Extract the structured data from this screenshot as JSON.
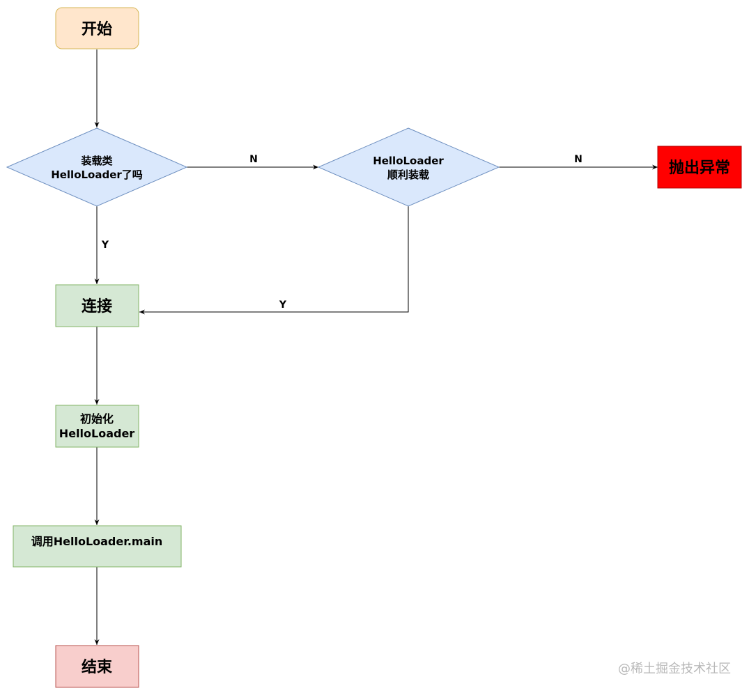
{
  "nodes": {
    "start": {
      "label": "开始",
      "fill": "#ffe6cc",
      "stroke": "#d6b656"
    },
    "decision_loaded": {
      "line1": "装载类",
      "line2": "HelloLoader了吗",
      "fill": "#dae8fc",
      "stroke": "#6c8ebf"
    },
    "decision_load_ok": {
      "line1": "HelloLoader",
      "line2": "顺利装载",
      "fill": "#dae8fc",
      "stroke": "#6c8ebf"
    },
    "throw": {
      "label": "抛出异常",
      "fill": "#ff0000",
      "stroke": "#b20000"
    },
    "link": {
      "label": "连接",
      "fill": "#d5e8d4",
      "stroke": "#82b366"
    },
    "init": {
      "line1": "初始化",
      "line2": "HelloLoader",
      "fill": "#d5e8d4",
      "stroke": "#82b366"
    },
    "invoke": {
      "label": "调用HelloLoader.main",
      "fill": "#d5e8d4",
      "stroke": "#82b366"
    },
    "end": {
      "label": "结束",
      "fill": "#f8cecc",
      "stroke": "#b85450"
    }
  },
  "edges": {
    "loaded_no": "N",
    "load_ok_no": "N",
    "loaded_yes": "Y",
    "load_ok_yes": "Y"
  },
  "watermark": "@稀土掘金技术社区"
}
